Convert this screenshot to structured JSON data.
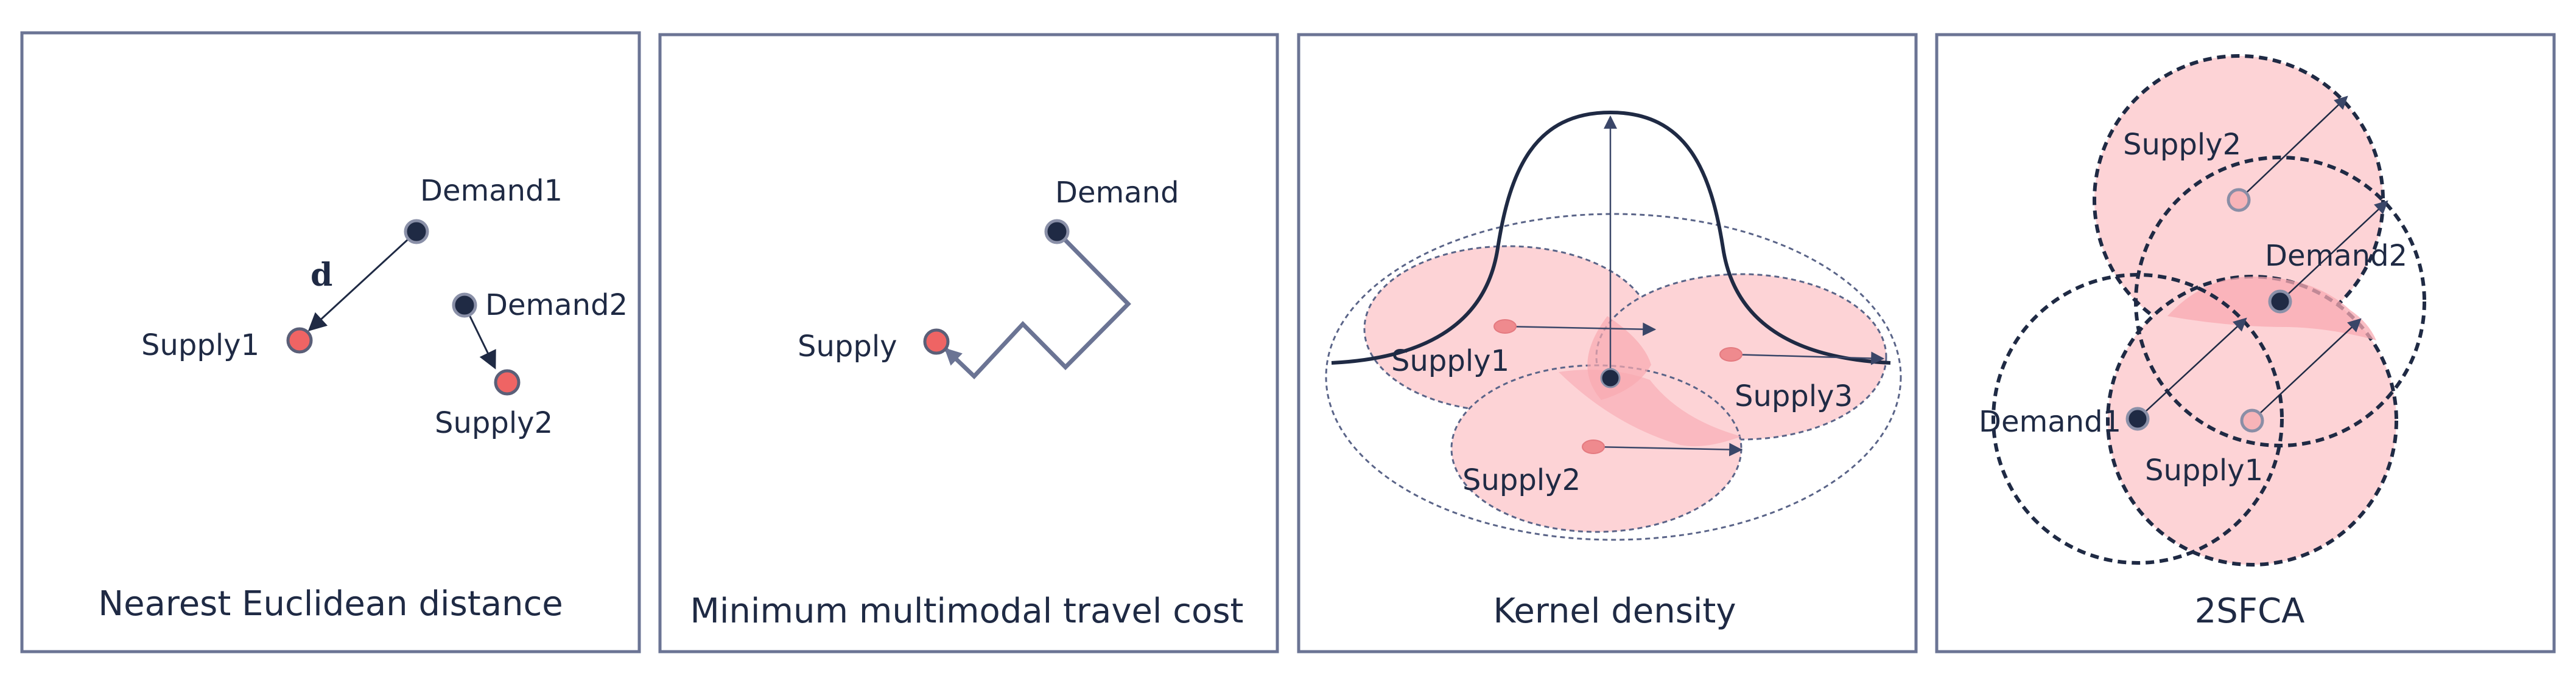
{
  "colors": {
    "frame": "#6b7494",
    "demand": "#1f2a44",
    "supply": "#ef6464",
    "circle_fill": "#fdd3d6",
    "circle_fill_dark": "#f8a9b1",
    "curve": "#1f2a44",
    "path": "#6b7494"
  },
  "panels": [
    {
      "caption": "Nearest Euclidean distance",
      "labels": {
        "demand1": "Demand1",
        "demand2": "Demand2",
        "supply1": "Supply1",
        "supply2": "Supply2",
        "distance": "d"
      }
    },
    {
      "caption": "Minimum multimodal travel cost",
      "labels": {
        "demand": "Demand",
        "supply": "Supply"
      }
    },
    {
      "caption": "Kernel density",
      "labels": {
        "supply1": "Supply1",
        "supply2": "Supply2",
        "supply3": "Supply3"
      }
    },
    {
      "caption": "2SFCA",
      "labels": {
        "supply1": "Supply1",
        "supply2": "Supply2",
        "demand1": "Demand1",
        "demand2": "Demand2"
      }
    }
  ]
}
